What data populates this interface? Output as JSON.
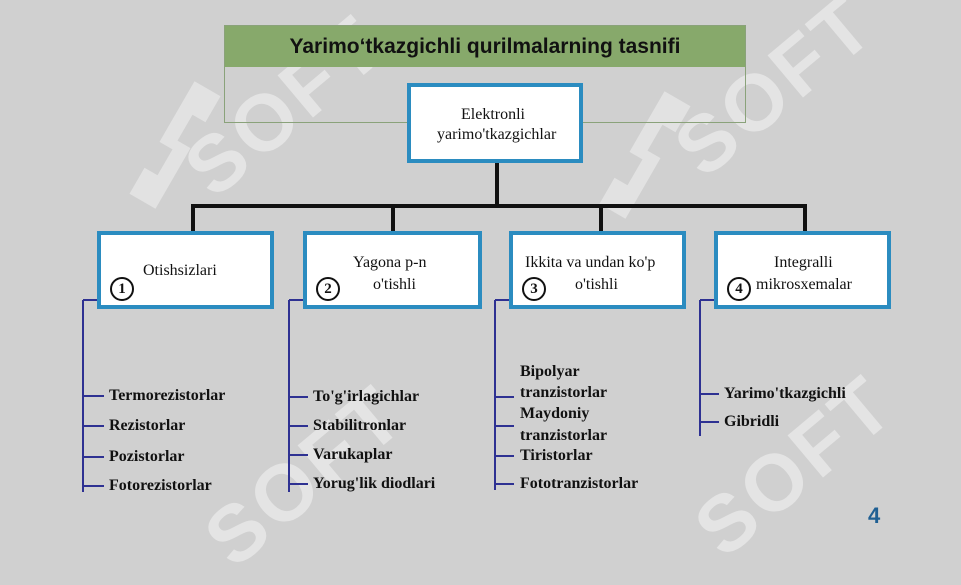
{
  "title": "Yarimo‘tkazgichli qurilmalarning tasnifi",
  "root": {
    "line1": "Elektronli",
    "line2": "yarimo'tkazgichlar"
  },
  "categories": [
    {
      "num": "1",
      "line1": "Otishsizlari",
      "line2": "",
      "items": [
        "Termorezistorlar",
        "Rezistorlar",
        "Pozistorlar",
        "Fotorezistorlar"
      ]
    },
    {
      "num": "2",
      "line1": "Yagona p-n",
      "line2": "o'tishli",
      "items": [
        "To'g'irlagichlar",
        "Stabilitronlar",
        "Varukaplar",
        "Yorug'lik diodlari"
      ]
    },
    {
      "num": "3",
      "line1": "Ikkita va undan ko'p",
      "line2": "o'tishli",
      "items": [
        "Bipolyar",
        "tranzistorlar",
        "Maydoniy",
        "tranzistorlar",
        "Tiristorlar",
        "Fototranzistorlar"
      ]
    },
    {
      "num": "4",
      "line1": "Integralli",
      "line2": "mikrosxemalar",
      "items": [
        "Yarimo'tkazgichli",
        "Gibridli"
      ]
    }
  ],
  "page_number": "4",
  "colors": {
    "box_border": "#2b8cc0",
    "list_line": "#2e3192",
    "title_band": "#87a96b",
    "page_number": "#1f5f93"
  },
  "watermark": "SOFT"
}
